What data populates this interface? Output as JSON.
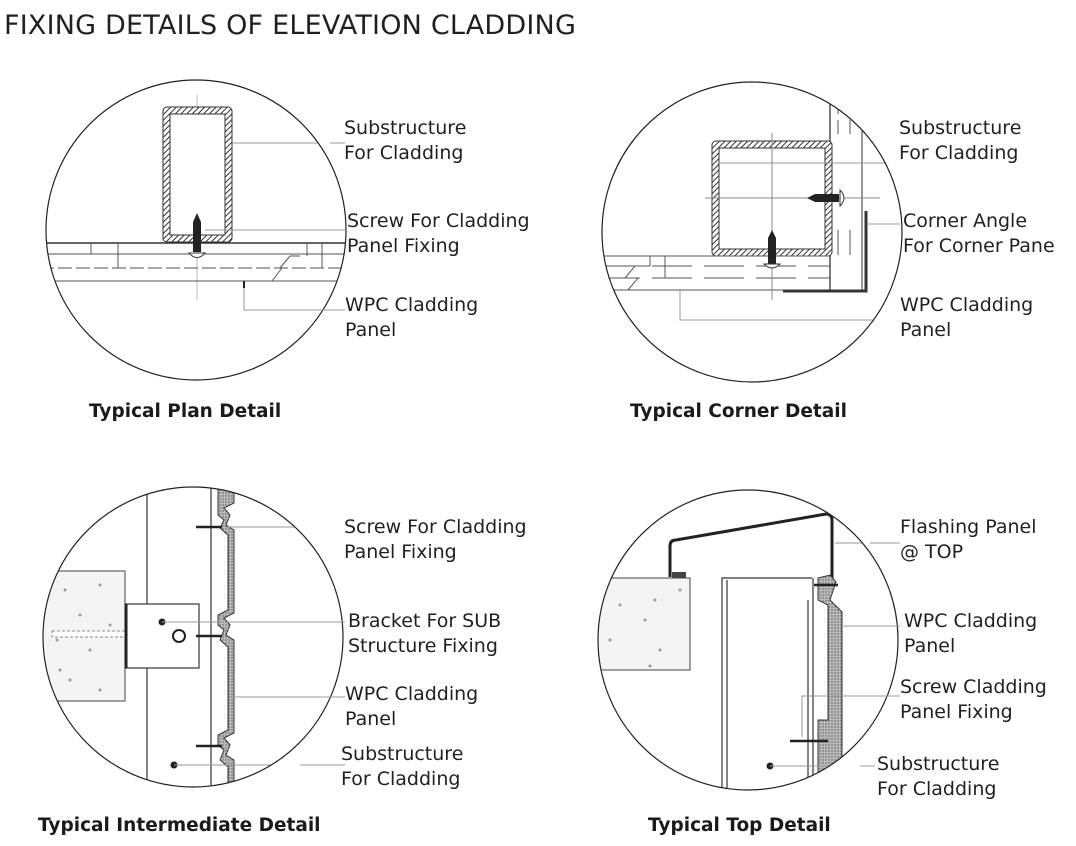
{
  "title": "FIXING DETAILS OF ELEVATION CLADDING",
  "details": [
    {
      "caption": "Typical Plan Detail",
      "labels": [
        {
          "line1": "Substructure",
          "line2": "For Cladding"
        },
        {
          "line1": "Screw For Cladding",
          "line2": "Panel Fixing"
        },
        {
          "line1": "WPC Cladding",
          "line2": "Panel"
        }
      ]
    },
    {
      "caption": "Typical Corner Detail",
      "labels": [
        {
          "line1": "Substructure",
          "line2": "For Cladding"
        },
        {
          "line1": "Corner Angle",
          "line2": "For Corner Pane"
        },
        {
          "line1": "WPC Cladding",
          "line2": "Panel"
        }
      ]
    },
    {
      "caption": "Typical Intermediate Detail",
      "labels": [
        {
          "line1": "Screw For Cladding",
          "line2": "Panel Fixing"
        },
        {
          "line1": "Bracket For SUB",
          "line2": "Structure Fixing"
        },
        {
          "line1": "WPC Cladding",
          "line2": "Panel"
        },
        {
          "line1": "Substructure",
          "line2": "For Cladding"
        }
      ]
    },
    {
      "caption": "Typical Top Detail",
      "labels": [
        {
          "line1": "Flashing Panel",
          "line2": "@ TOP"
        },
        {
          "line1": "WPC Cladding",
          "line2": "Panel"
        },
        {
          "line1": "Screw Cladding",
          "line2": "Panel Fixing"
        },
        {
          "line1": "Substructure",
          "line2": "For Cladding"
        }
      ]
    }
  ]
}
